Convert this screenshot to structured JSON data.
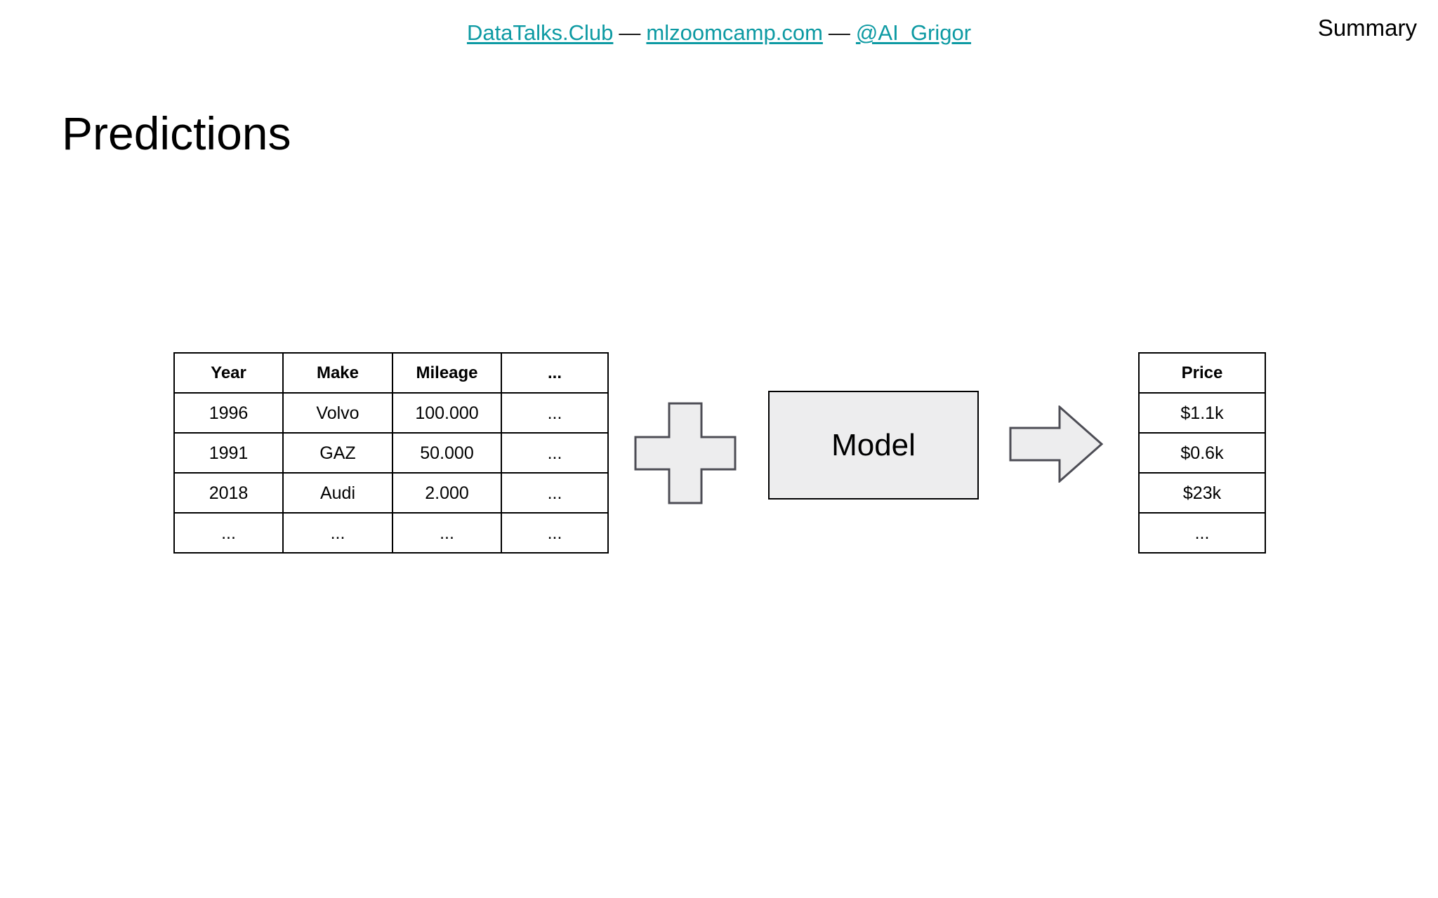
{
  "header": {
    "links": [
      {
        "label": "DataTalks.Club",
        "name": "datatalks-club-link"
      },
      {
        "label": "mlzoomcamp.com",
        "name": "mlzoomcamp-link"
      },
      {
        "label": "@AI_Grigor",
        "name": "ai-grigor-link"
      }
    ],
    "separator": "—",
    "section_label": "Summary",
    "link_color": "#0d9aa3"
  },
  "title": "Predictions",
  "diagram": {
    "features_table": {
      "columns": [
        "Year",
        "Make",
        "Mileage",
        "..."
      ],
      "rows": [
        [
          "1996",
          "Volvo",
          "100.000",
          "..."
        ],
        [
          "1991",
          "GAZ",
          "50.000",
          "..."
        ],
        [
          "2018",
          "Audi",
          "2.000",
          "..."
        ],
        [
          "...",
          "...",
          "...",
          "..."
        ]
      ]
    },
    "plus_icon": "plus-shape",
    "model_box": {
      "label": "Model",
      "fill": "#ededee",
      "border": "#000000"
    },
    "arrow_icon": "right-arrow-shape",
    "shape_fill": "#ededee",
    "shape_stroke": "#4d4d55",
    "price_table": {
      "columns": [
        "Price"
      ],
      "rows": [
        [
          "$1.1k"
        ],
        [
          "$0.6k"
        ],
        [
          "$23k"
        ],
        [
          "..."
        ]
      ]
    }
  }
}
